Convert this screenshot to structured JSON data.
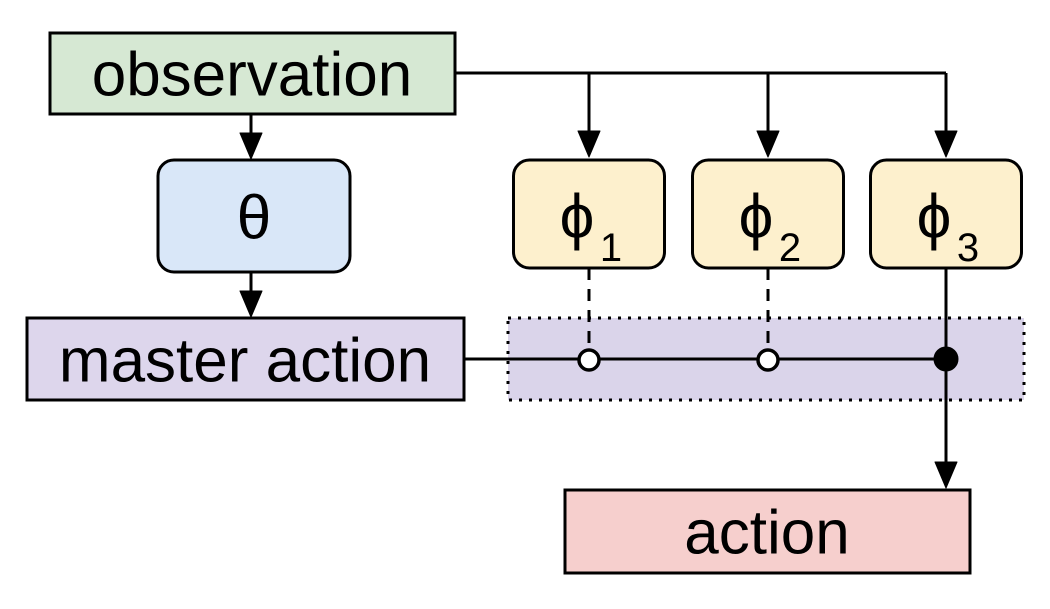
{
  "diagram": {
    "background_color": "#ffffff",
    "stroke_color": "#000000",
    "nodes": {
      "observation": {
        "label": "observation",
        "fill": "#d6e8d3"
      },
      "theta": {
        "label": "θ",
        "fill": "#d9e7f8"
      },
      "phi1": {
        "symbol": "ϕ",
        "subscript": "1",
        "fill": "#fdf0cd"
      },
      "phi2": {
        "symbol": "ϕ",
        "subscript": "2",
        "fill": "#fdf0cd"
      },
      "phi3": {
        "symbol": "ϕ",
        "subscript": "3",
        "fill": "#fdf0cd"
      },
      "master_action": {
        "label": "master action",
        "fill": "#ddd6ec"
      },
      "selection_region": {
        "fill": "#dad4ea"
      },
      "action": {
        "label": "action",
        "fill": "#f6cfcd"
      }
    }
  }
}
